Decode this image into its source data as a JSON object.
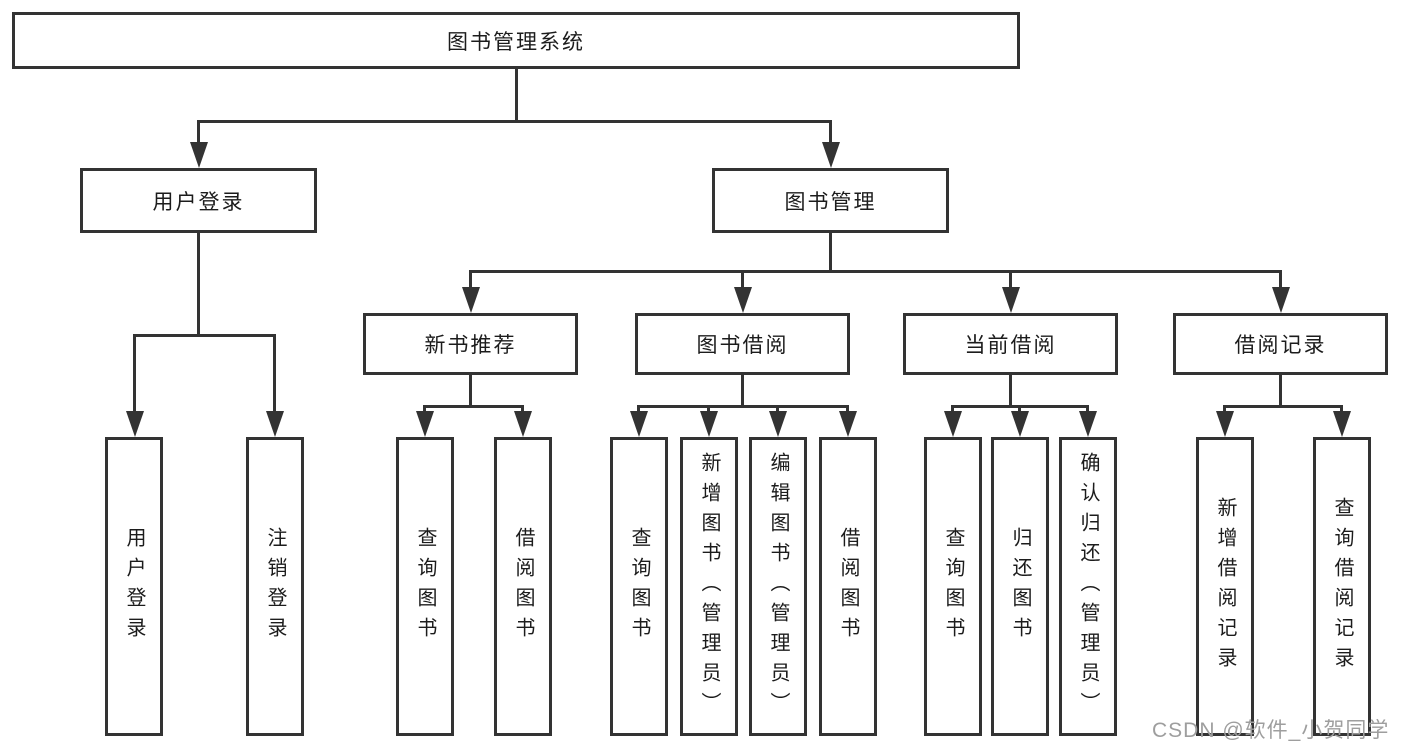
{
  "diagram": {
    "root": "图书管理系统",
    "level2": {
      "user_login": "用户登录",
      "book_management": "图书管理"
    },
    "level3": {
      "new_book_recommend": "新书推荐",
      "book_borrow": "图书借阅",
      "current_borrow": "当前借阅",
      "borrow_record": "借阅记录"
    },
    "leaves": {
      "user_login_1": "用户登录",
      "user_login_2": "注销登录",
      "recommend_1": "查询图书",
      "recommend_2": "借阅图书",
      "borrow_1": "查询图书",
      "borrow_2": "新增图书（管理员）",
      "borrow_3": "编辑图书（管理员）",
      "borrow_4": "借阅图书",
      "current_1": "查询图书",
      "current_2": "归还图书",
      "current_3": "确认归还（管理员）",
      "record_1": "新增借阅记录",
      "record_2": "查询借阅记录"
    }
  },
  "watermark": "CSDN @软件_小贺同学",
  "colors": {
    "line": "#333333",
    "box_border": "#333333",
    "text": "#1c1c1c",
    "watermark": "#9e9e9e",
    "background": "#ffffff"
  }
}
